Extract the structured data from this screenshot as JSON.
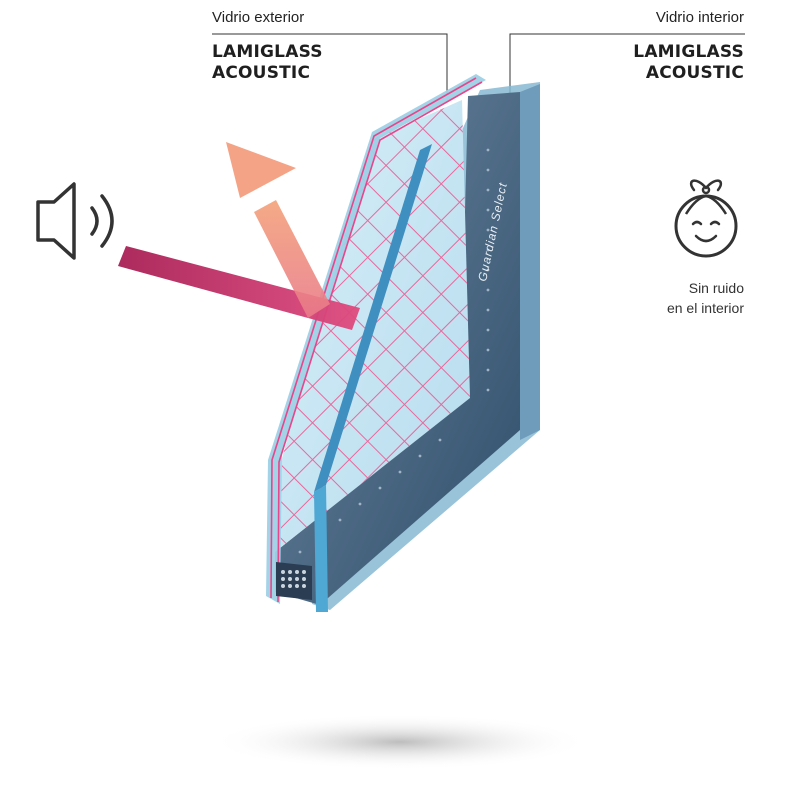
{
  "exterior": {
    "label": "Vidrio exterior",
    "title_line1": "LAMIGLASS",
    "title_line2": "ACOUSTIC"
  },
  "interior": {
    "label": "Vidrio interior",
    "title_line1": "LAMIGLASS",
    "title_line2": "ACOUSTIC"
  },
  "spacer_text": "Guardian Select",
  "caption": {
    "line1": "Sin ruido",
    "line2": "en el interior"
  },
  "icons": {
    "sound": "speaker-icon",
    "child": "happy-child-icon"
  },
  "colors": {
    "incoming_arrow": "#c8356e",
    "reflected_arrow": "#f0907a",
    "glass": "#a9d6ea",
    "frame": "#4d6a86",
    "interlayer": "#e8458a"
  }
}
